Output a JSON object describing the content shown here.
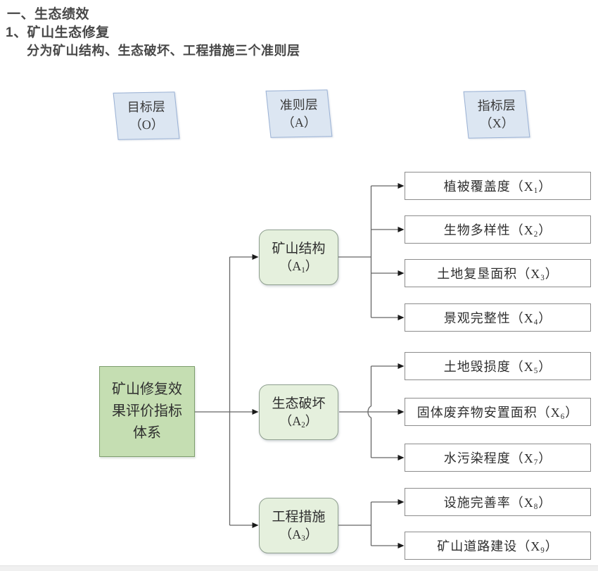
{
  "headings": {
    "line1": "一、生态绩效",
    "line2": "1、矿山生态修复",
    "line3": "分为矿山结构、生态破坏、工程措施三个准则层"
  },
  "levels": [
    {
      "name": "目标层",
      "code": "（O）"
    },
    {
      "name": "准则层",
      "code": "（A）"
    },
    {
      "name": "指标层",
      "code": "（X）"
    }
  ],
  "goal": {
    "label": "矿山修复效果评价指标体系"
  },
  "criteria": [
    {
      "label": "矿山结构",
      "code_pre": "（A",
      "code_sub": "1",
      "code_post": "）"
    },
    {
      "label": "生态破坏",
      "code_pre": "（A",
      "code_sub": "2",
      "code_post": "）"
    },
    {
      "label": "工程措施",
      "code_pre": "（A",
      "code_sub": "3",
      "code_post": "）"
    }
  ],
  "indicators": [
    {
      "pre": "植被覆盖度（X",
      "sub": "1",
      "post": "）"
    },
    {
      "pre": "生物多样性（X",
      "sub": "2",
      "post": "）"
    },
    {
      "pre": "土地复垦面积（X",
      "sub": "3",
      "post": "）"
    },
    {
      "pre": "景观完整性（X",
      "sub": "4",
      "post": "）"
    },
    {
      "pre": "土地毁损度（X",
      "sub": "5",
      "post": "）"
    },
    {
      "pre": "固体废弃物安置面积（X",
      "sub": "6",
      "post": "）"
    },
    {
      "pre": "水污染程度（X",
      "sub": "7",
      "post": "）"
    },
    {
      "pre": "设施完善率（X",
      "sub": "8",
      "post": "）"
    },
    {
      "pre": "矿山道路建设（X",
      "sub": "9",
      "post": "）"
    }
  ],
  "colors": {
    "heading_text": "#474747",
    "diagram_text": "#333333",
    "level_fill": "#dce6f2",
    "level_border": "#9ab1d4",
    "goal_fill": "#c5deb2",
    "goal_border": "#7e9e6e",
    "criteria_fill": "#e5f0dd",
    "criteria_border": "#8f9f8f",
    "indicator_fill": "#ffffff",
    "indicator_border": "#8c8c8c",
    "line": "#666666",
    "arrow": "#1a1a1a"
  }
}
